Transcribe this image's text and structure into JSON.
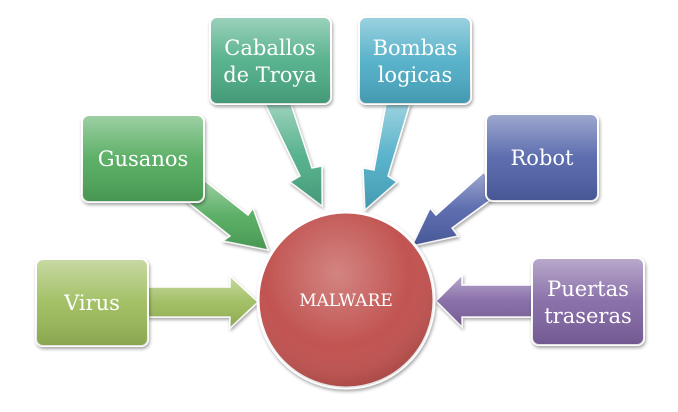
{
  "center": {
    "label": "MALWARE",
    "color": "#c0504d"
  },
  "nodes": [
    {
      "id": "virus",
      "lines": [
        "Virus"
      ],
      "color": "#9bbb59"
    },
    {
      "id": "gusanos",
      "lines": [
        "Gusanos"
      ],
      "color": "#4fa95a"
    },
    {
      "id": "caballos",
      "lines": [
        "Caballos",
        "de Troya"
      ],
      "color": "#4bac85"
    },
    {
      "id": "bombas",
      "lines": [
        "Bombas",
        "logicas"
      ],
      "color": "#4bacc6"
    },
    {
      "id": "robot",
      "lines": [
        "Robot"
      ],
      "color": "#4f61a8"
    },
    {
      "id": "puertas",
      "lines": [
        "Puertas",
        "traseras"
      ],
      "color": "#8064a2"
    }
  ]
}
